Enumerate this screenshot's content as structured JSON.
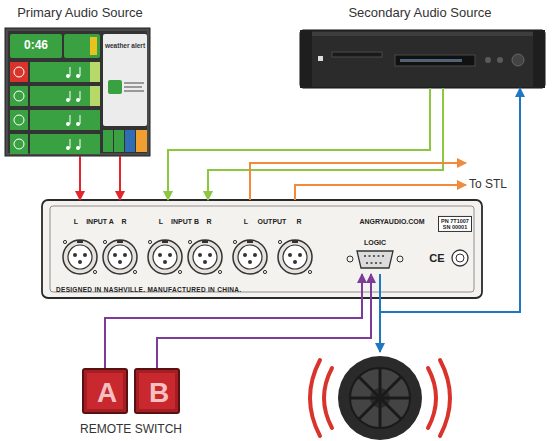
{
  "diagram": {
    "nodes": [
      {
        "text": [
          "Primary Audio Source"
        ]
      },
      {
        "text": [
          "Secondary Audio Source"
        ]
      },
      {
        "text": [
          "To STL"
        ]
      },
      {
        "text": [
          "L",
          "INPUT A",
          "R",
          "L",
          "INPUT B",
          "R",
          "L",
          "OUTPUT",
          "R",
          "ANGRYAUDIO.COM",
          "PN 7T1007 SN 00001",
          "CE",
          "DESIGNED IN NASHVILLE. MANUFACTURED IN CHINA."
        ]
      },
      {
        "text": [
          "LOGIC"
        ],
        "in": 3
      },
      {
        "text": [
          "A"
        ]
      },
      {
        "text": [
          "B"
        ]
      }
    ],
    "edges": [
      {
        "from": 0,
        "to": 3,
        "arrow": "to"
      },
      {
        "from": 0,
        "to": 3,
        "arrow": "to"
      },
      {
        "from": 1,
        "to": 3,
        "arrow": "to"
      },
      {
        "from": 1,
        "to": 3,
        "arrow": "to"
      },
      {
        "from": 3,
        "to": 2,
        "arrow": "to"
      },
      {
        "from": 3,
        "to": 2,
        "arrow": "to"
      },
      {
        "from": 5,
        "to": 4,
        "arrow": "to"
      },
      {
        "from": 6,
        "to": 4,
        "arrow": "to"
      },
      {
        "from": 4,
        "to": 1,
        "arrow": "to"
      }
    ],
    "labels": [
      "0:46",
      "weather alert",
      "REMOTE SWITCH"
    ]
  }
}
